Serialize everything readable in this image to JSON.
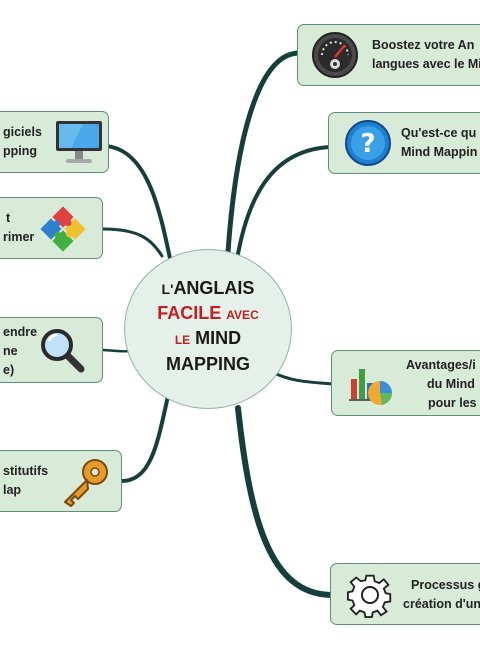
{
  "center": {
    "line1": {
      "prefix": "L'",
      "word": "ANGLAIS"
    },
    "line2": {
      "word": "FACILE",
      "avec": "AVEC"
    },
    "line3": {
      "le": "LE",
      "word": "MIND"
    },
    "line4": "MAPPING"
  },
  "nodes_right": [
    {
      "lines": [
        "Boostez votre An",
        "langues avec le Mi"
      ],
      "icon": "speedometer-icon"
    },
    {
      "lines": [
        "Qu'est-ce qu",
        "Mind Mappin"
      ],
      "icon": "question-icon"
    },
    {
      "lines": [
        "Avantages/i",
        "du Mind",
        "pour les"
      ],
      "icon": "bar-chart-icon"
    },
    {
      "lines": [
        "Processus g",
        "création d'un"
      ],
      "icon": "gear-icon"
    }
  ],
  "nodes_left": [
    {
      "lines": [
        "giciels",
        "pping"
      ],
      "icon": "monitor-icon"
    },
    {
      "lines": [
        "t",
        "rimer"
      ],
      "icon": "puzzle-icon"
    },
    {
      "lines": [
        "endre",
        "ne",
        "e)"
      ],
      "icon": "magnifier-icon"
    },
    {
      "lines": [
        "stitutifs",
        "lap"
      ],
      "icon": "key-icon"
    }
  ],
  "colors": {
    "node_fill": "#d8ead8",
    "node_border": "#5f8f78",
    "branch": "#163f3c",
    "accent": "#c02020"
  }
}
